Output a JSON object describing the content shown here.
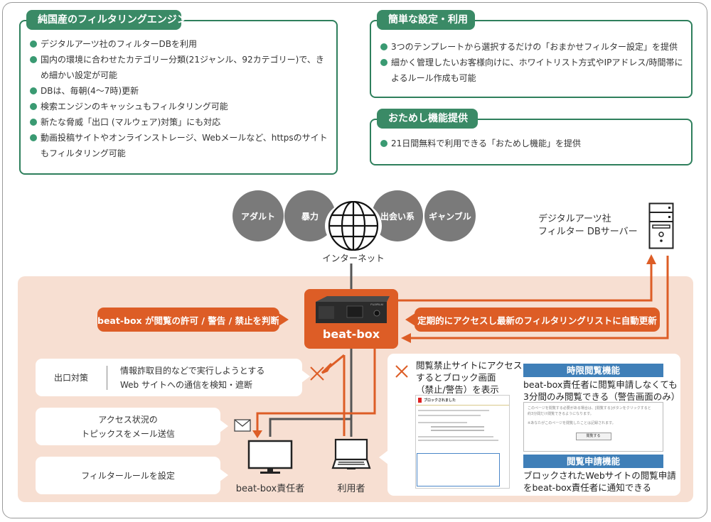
{
  "features": {
    "engine": {
      "title": "純国産のフィルタリングエンジン",
      "items": [
        "デジタルアーツ社のフィルターDBを利用",
        "国内の環境に合わせたカテゴリー分類(21ジャンル、92カテゴリー)で、きめ細かい設定が可能",
        "DBは、毎朝(4〜7時)更新",
        "検索エンジンのキャッシュもフィルタリング可能",
        "新たな脅威「出口 (マルウェア)対策」にも対応",
        "動画投稿サイトやオンラインストレージ、Webメールなど、httpsのサイトもフィルタリング可能"
      ]
    },
    "easy": {
      "title": "簡単な設定・利用",
      "items": [
        "3つのテンプレートから選択するだけの「おまかせフィルター設定」を提供",
        "細かく管理したいお客様向けに、ホワイトリスト方式やIPアドレス/時間帯によるルール作成も可能"
      ]
    },
    "trial": {
      "title": "おためし機能提供",
      "items": [
        "21日間無料で利用できる「おためし機能」を提供"
      ]
    }
  },
  "categories": [
    "アダルト",
    "暴力",
    "出会い系",
    "ギャンブル"
  ],
  "internet_label": "インターネット",
  "db_server_label": [
    "デジタルアーツ社",
    "フィルター DBサーバー"
  ],
  "device": {
    "name": "beat-box",
    "brand": "FUJIFILM"
  },
  "callouts": {
    "judge": "beat-box が閲覧の許可 / 警告 / 禁止を判断",
    "update": "定期的にアクセスし最新のフィルタリングリストに自動更新",
    "exit_title": "出口対策",
    "exit_desc": [
      "情報詐取目的などで実行しようとする",
      "Web サイトへの通信を検知・遮断"
    ],
    "mail": [
      "アクセス状況の",
      "トピックスをメール送信"
    ],
    "rule": "フィルタールールを設定"
  },
  "endpoints": {
    "admin": "beat-box責任者",
    "user": "利用者"
  },
  "block_panel": {
    "desc": [
      "閲覧禁止サイトにアクセス",
      "するとブロック画面",
      "（禁止/警告）を表示"
    ],
    "screen_title": "ブロックされました",
    "timed": {
      "head": "時限閲覧機能",
      "desc": [
        "beat-box責任者に閲覧申請しなくても",
        "3分間のみ閲覧できる（警告画面のみ）"
      ],
      "screen_lines": [
        "このページを閲覧する必要がある場合は、[閲覧する]ボタンをクリックすると",
        "約3分間だけ閲覧できるようになります。",
        "※あなたがこのページを閲覧したことは記録されます。"
      ],
      "button": "閲覧する"
    },
    "request": {
      "head": "閲覧申請機能",
      "desc": [
        "ブロックされたWebサイトの閲覧申請",
        "をbeat-box責任者に通知できる"
      ]
    }
  },
  "colors": {
    "green": "#2e7f5c",
    "orange": "#dd5d26",
    "peach": "#f7dfd2",
    "blue": "#3f7fb8",
    "gray": "#7a7a7a"
  }
}
